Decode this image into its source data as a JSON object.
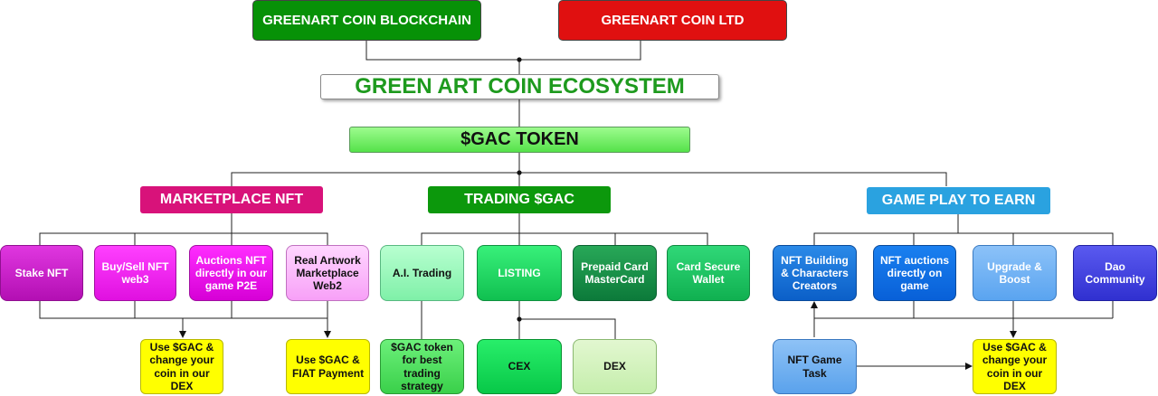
{
  "top": {
    "blockchain": "GREENART COIN BLOCKCHAIN",
    "ltd": "GREENART COIN LTD"
  },
  "ecosystem": "GREEN ART COIN ECOSYSTEM",
  "token": "$GAC TOKEN",
  "categories": {
    "marketplace": "MARKETPLACE NFT",
    "trading": "TRADING $GAC",
    "game": "GAME PLAY TO EARN"
  },
  "marketplace_items": [
    "Stake NFT",
    "Buy/Sell NFT web3",
    "Auctions NFT directly in our game P2E",
    "Real Artwork Marketplace Web2"
  ],
  "trading_items": [
    "A.I. Trading",
    "LISTING",
    "Prepaid Card MasterCard",
    "Card Secure Wallet"
  ],
  "game_items": [
    "NFT Building & Characters Creators",
    "NFT auctions directly on game",
    "Upgrade & Boost",
    "Dao Community"
  ],
  "bottom": {
    "use_dex_left": "Use $GAC & change your coin in our DEX",
    "use_fiat": "Use $GAC & FIAT Payment",
    "gac_strategy": "$GAC token for best trading strategy",
    "cex": "CEX",
    "dex": "DEX",
    "nft_game_task": "NFT Game Task",
    "use_dex_right": "Use $GAC & change your coin in our DEX"
  },
  "colors": {
    "blockchain_green": "#079107",
    "ltd_red": "#e01010",
    "marketplace_pink": "#d8127a",
    "trading_green": "#0c980c",
    "game_blue": "#2aa2e0",
    "yellow": "#ffff00"
  }
}
